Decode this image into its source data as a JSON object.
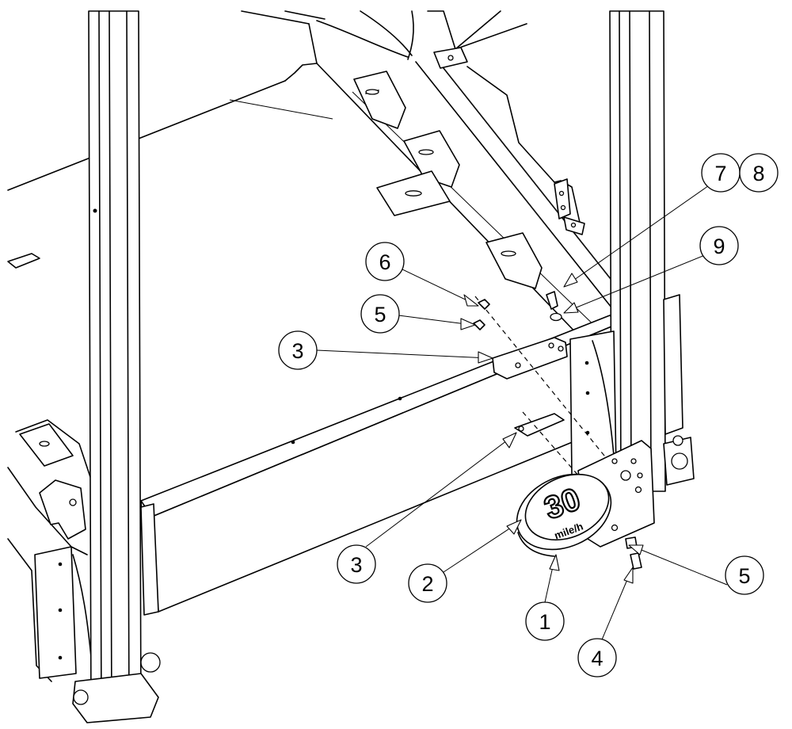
{
  "sign": {
    "number": "30",
    "unit": "mile/h"
  },
  "balloons": [
    {
      "label": "1"
    },
    {
      "label": "2"
    },
    {
      "label": "3"
    },
    {
      "label": "3"
    },
    {
      "label": "4"
    },
    {
      "label": "5"
    },
    {
      "label": "5"
    },
    {
      "label": "6"
    },
    {
      "label": "7"
    },
    {
      "label": "8"
    },
    {
      "label": "9"
    }
  ]
}
